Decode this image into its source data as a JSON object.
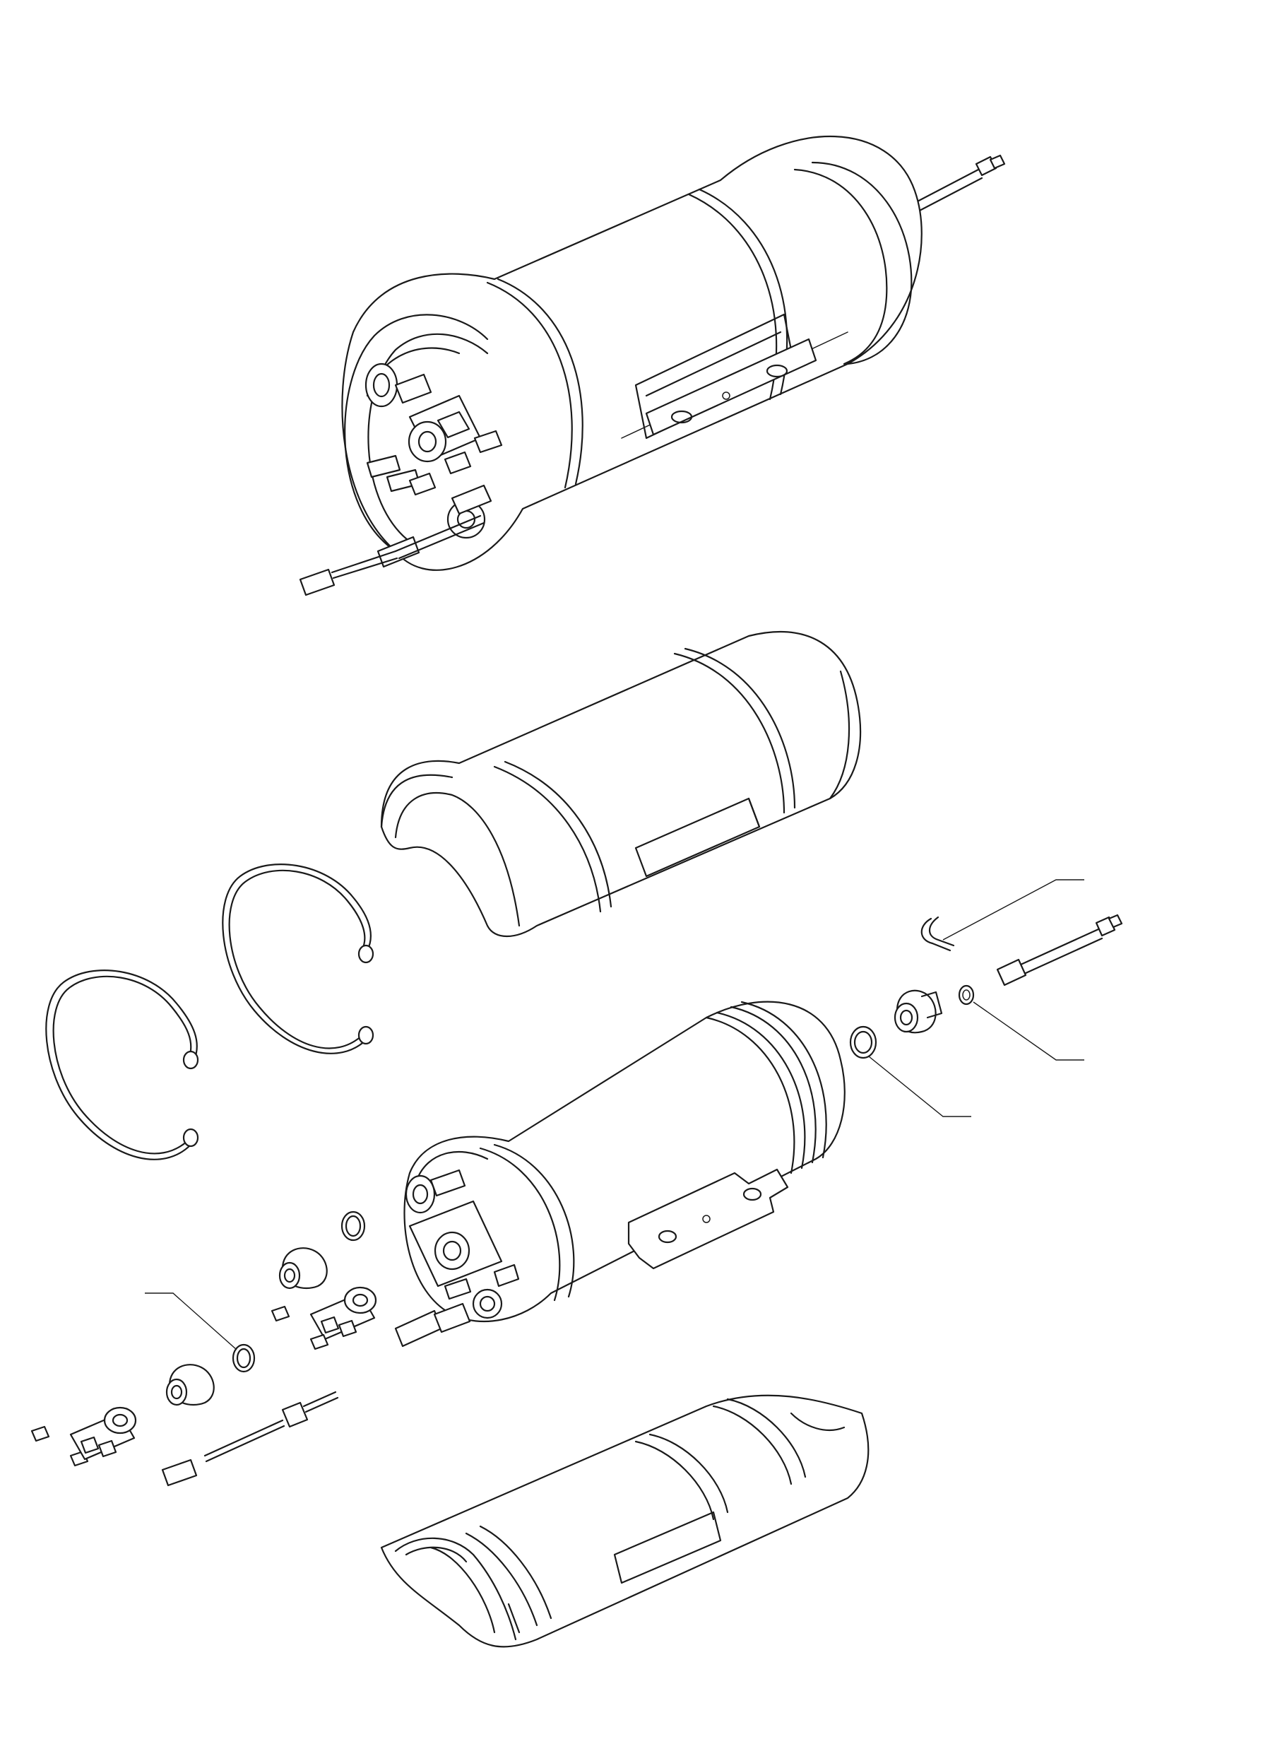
{
  "drawing": {
    "stroke_color": "#1a1a1a",
    "background_color": "#ffffff",
    "parts": [
      "assembled-heater",
      "upper-cover-shell",
      "retaining-ring-left",
      "retaining-ring-right",
      "split-pin",
      "element-rod",
      "seal-washer-small",
      "drain-fitting",
      "o-ring-large",
      "bare-tank",
      "mounting-bracket",
      "threaded-fitting",
      "o-ring-side",
      "thermostat-upper",
      "set-screws",
      "o-ring-leader",
      "threaded-fitting-lower",
      "thermostat-lower",
      "sensor-probe-with-cable",
      "cable-connector",
      "lower-cover-shell"
    ]
  }
}
